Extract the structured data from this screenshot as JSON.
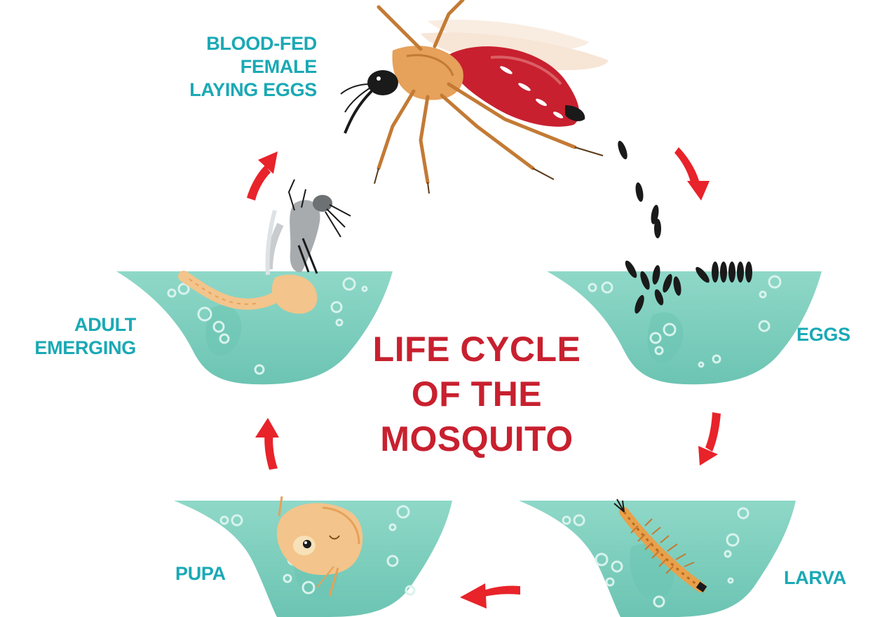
{
  "title": {
    "line1": "LIFE CYCLE",
    "line2": "OF THE",
    "line3": "MOSQUITO"
  },
  "stages": {
    "blood_fed": "BLOOD-FED\nFEMALE\nLAYING EGGS",
    "eggs": "EGGS",
    "larva": "LARVA",
    "pupa": "PUPA",
    "adult": "ADULT\nEMERGING"
  },
  "colors": {
    "stage_label": "#1aa9b5",
    "title": "#c8202f",
    "arrow": "#e8232a",
    "water": "#7ccfbd",
    "water_dark": "#5db8a5"
  }
}
